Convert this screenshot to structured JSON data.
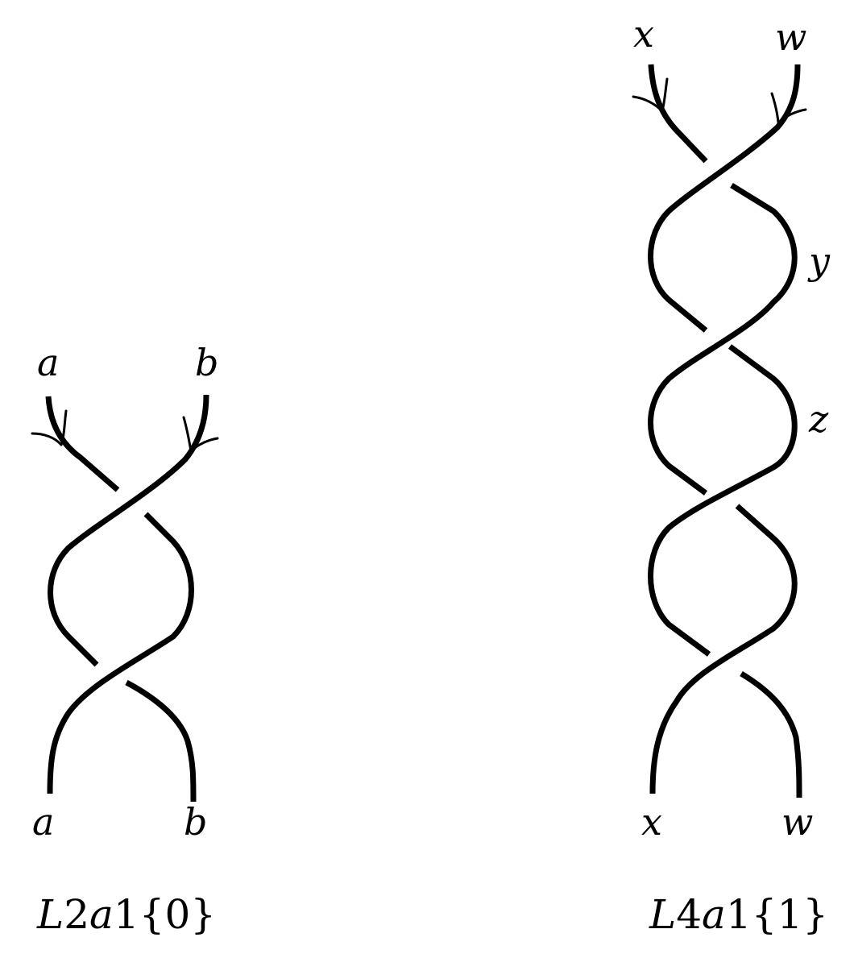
{
  "diagrams": [
    {
      "caption": {
        "letter1": "L",
        "num1": "2",
        "letter2": "a",
        "num2": "1",
        "brace": "{0}"
      },
      "top_labels": [
        "a",
        "b"
      ],
      "bottom_labels": [
        "a",
        "b"
      ],
      "side_labels": []
    },
    {
      "caption": {
        "letter1": "L",
        "num1": "4",
        "letter2": "a",
        "num2": "1",
        "brace": "{1}"
      },
      "top_labels": [
        "x",
        "w"
      ],
      "bottom_labels": [
        "x",
        "w"
      ],
      "side_labels": [
        "y",
        "z"
      ]
    }
  ],
  "colors": {
    "stroke": "#000000",
    "background": "#ffffff"
  }
}
